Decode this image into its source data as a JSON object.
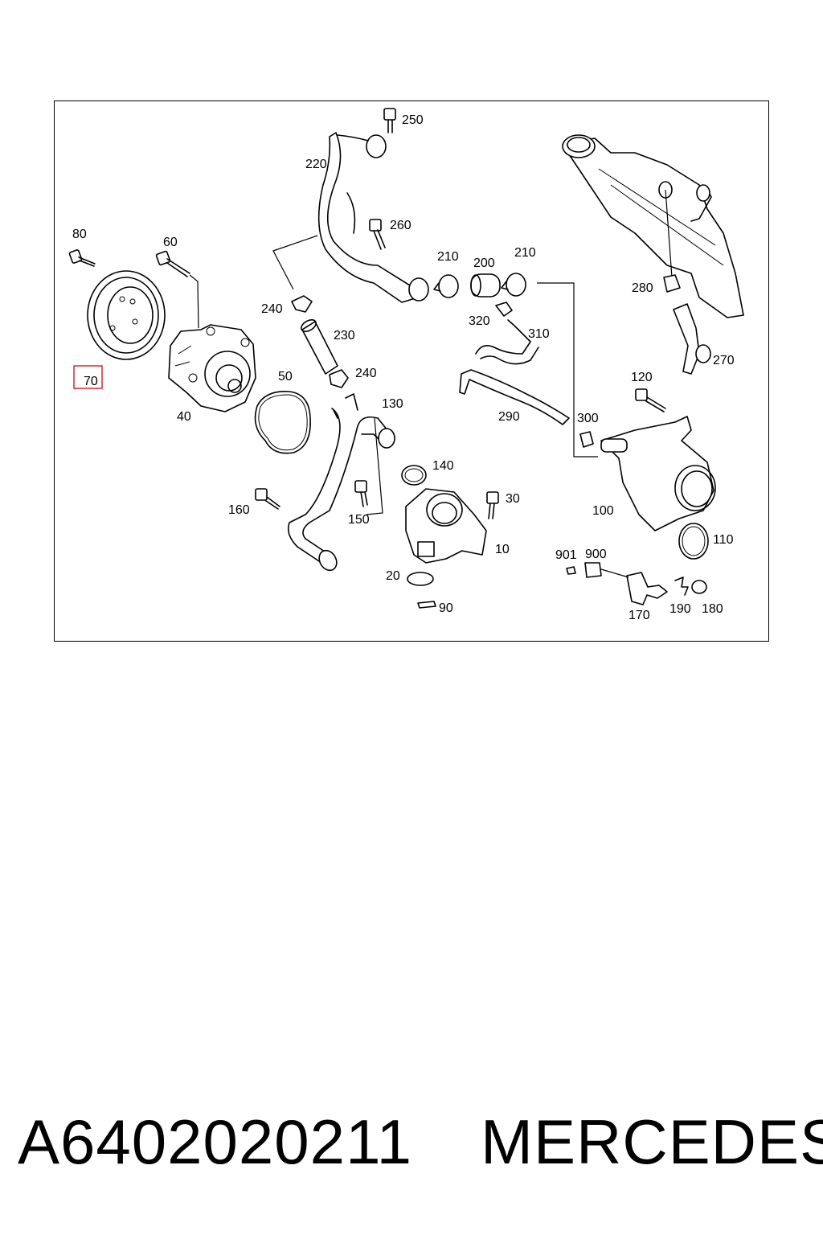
{
  "diagram": {
    "highlight_color": "#d9282f",
    "callouts": {
      "c10": "10",
      "c20": "20",
      "c30": "30",
      "c40": "40",
      "c50": "50",
      "c60": "60",
      "c70": "70",
      "c80": "80",
      "c90": "90",
      "c100": "100",
      "c110": "110",
      "c120": "120",
      "c130": "130",
      "c140": "140",
      "c150": "150",
      "c160": "160",
      "c170": "170",
      "c180": "180",
      "c190": "190",
      "c200": "200",
      "c210a": "210",
      "c210b": "210",
      "c220": "220",
      "c230": "230",
      "c240a": "240",
      "c240b": "240",
      "c250": "250",
      "c260": "260",
      "c270": "270",
      "c280": "280",
      "c290": "290",
      "c300": "300",
      "c310": "310",
      "c320": "320",
      "c900": "900",
      "c901": "901"
    }
  },
  "footer": {
    "part_number": "A6402020211",
    "brand": "MERCEDES"
  }
}
